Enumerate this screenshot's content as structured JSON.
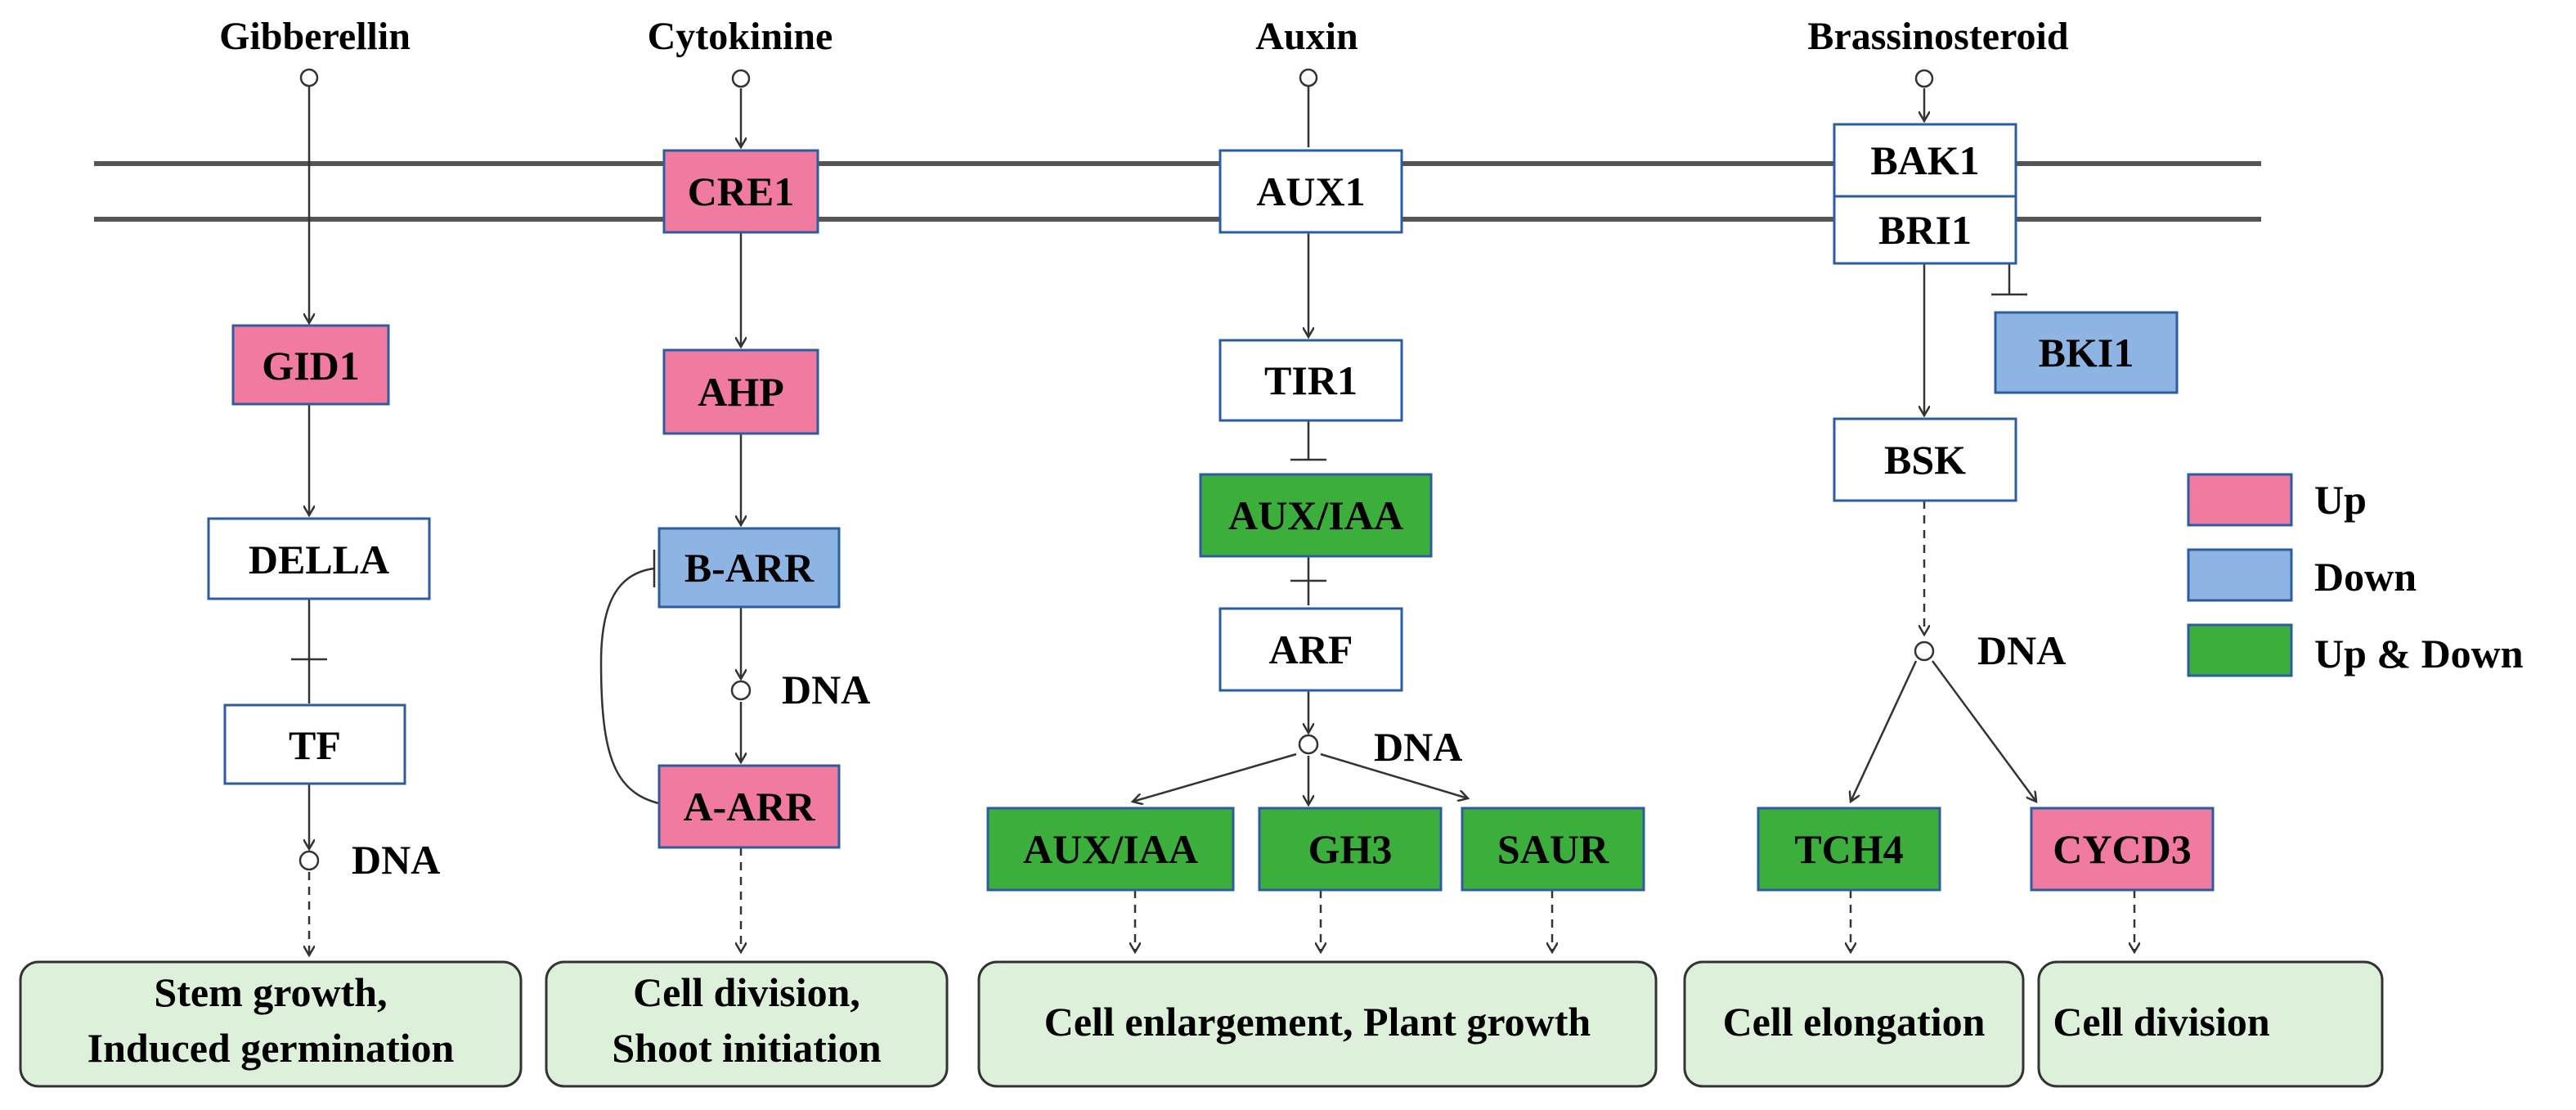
{
  "colors": {
    "up": "#f07aa0",
    "down": "#8db4e2",
    "updown": "#3cae3c",
    "none": "#ffffff",
    "border": "#2e5d9f",
    "outcome_fill": "#ddf0da",
    "outcome_border": "#333333",
    "line": "#333333",
    "membrane": "#555555"
  },
  "headers": {
    "gibberellin": "Gibberellin",
    "cytokinine": "Cytokinine",
    "auxin": "Auxin",
    "brassinosteroid": "Brassinosteroid"
  },
  "nodes": {
    "gid1": {
      "label": "GID1",
      "status": "up"
    },
    "della": {
      "label": "DELLA",
      "status": "none"
    },
    "tf": {
      "label": "TF",
      "status": "none"
    },
    "cre1": {
      "label": "CRE1",
      "status": "up"
    },
    "ahp": {
      "label": "AHP",
      "status": "up"
    },
    "b_arr": {
      "label": "B-ARR",
      "status": "down"
    },
    "a_arr": {
      "label": "A-ARR",
      "status": "up"
    },
    "aux1": {
      "label": "AUX1",
      "status": "none"
    },
    "tir1": {
      "label": "TIR1",
      "status": "none"
    },
    "aux_iaa_1": {
      "label": "AUX/IAA",
      "status": "updown"
    },
    "arf": {
      "label": "ARF",
      "status": "none"
    },
    "aux_iaa_2": {
      "label": "AUX/IAA",
      "status": "updown"
    },
    "gh3": {
      "label": "GH3",
      "status": "updown"
    },
    "saur": {
      "label": "SAUR",
      "status": "updown"
    },
    "bak1": {
      "label": "BAK1",
      "status": "none"
    },
    "bri1": {
      "label": "BRI1",
      "status": "none"
    },
    "bki1": {
      "label": "BKI1",
      "status": "down"
    },
    "bsk": {
      "label": "BSK",
      "status": "none"
    },
    "tch4": {
      "label": "TCH4",
      "status": "updown"
    },
    "cycd3": {
      "label": "CYCD3",
      "status": "up"
    }
  },
  "dna_label": "DNA",
  "outcomes": {
    "gibberellin": [
      "Stem growth,",
      "Induced germination"
    ],
    "cytokinine": [
      "Cell division,",
      "Shoot initiation"
    ],
    "auxin": [
      "Cell enlargement, Plant growth"
    ],
    "elongation": [
      "Cell elongation"
    ],
    "division": [
      "Cell division"
    ]
  },
  "legend": [
    {
      "label": "Up",
      "status": "up"
    },
    {
      "label": "Down",
      "status": "down"
    },
    {
      "label": "Up & Down",
      "status": "updown"
    }
  ]
}
